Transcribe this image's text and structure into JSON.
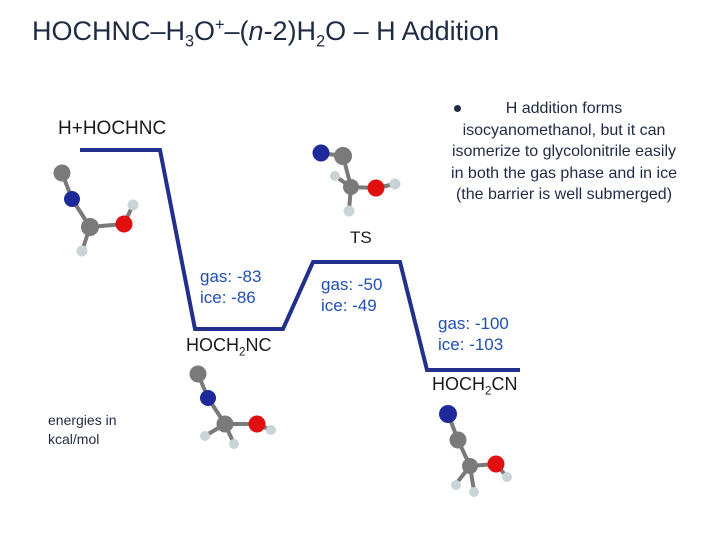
{
  "title": {
    "p1": "HOCHNC–H",
    "s1": "3",
    "p2": "O",
    "sup1": "+",
    "p3": "–(",
    "italic": "n",
    "p4": "-2)H",
    "s2": "2",
    "p5": "O – H Addition"
  },
  "species": {
    "start": "H+HOCHNC",
    "ts": "TS",
    "intermediate": {
      "base": "HOCH",
      "sub": "2",
      "tail": "NC"
    },
    "product": {
      "base": "HOCH",
      "sub": "2",
      "tail": "CN"
    }
  },
  "energies": {
    "intermediate": {
      "gas": "gas: -83",
      "ice": "ice: -86"
    },
    "ts": {
      "gas": "gas: -50",
      "ice": "ice: -49"
    },
    "product": {
      "gas": "gas: -100",
      "ice": "ice: -103"
    }
  },
  "note": "H addition forms isocyanomethanol, but it can isomerize to glycolonitrile easily in both the gas phase and in ice (the barrier is well submerged)",
  "units_label": "energies in kcal/mol",
  "colors": {
    "path": "#232f8c",
    "energy_text": "#1f4fb0",
    "carbon": "#7a7a7a",
    "nitrogen": "#1f2a9a",
    "oxygen": "#e01010",
    "hydrogen": "#c8d4d8"
  }
}
